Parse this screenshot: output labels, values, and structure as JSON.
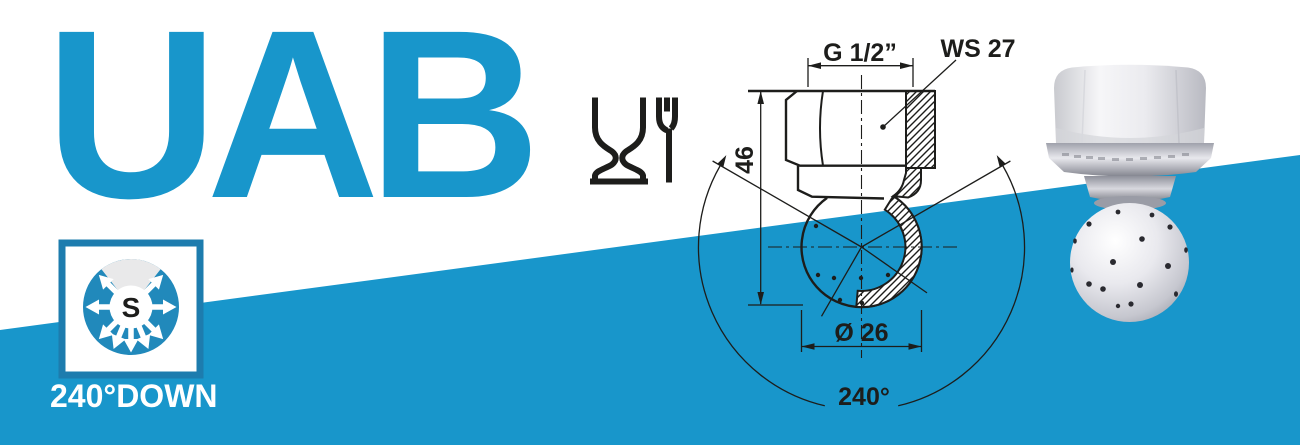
{
  "colors": {
    "brand_blue": "#1896cb",
    "icon_border_blue": "#1d7cae",
    "icon_ring_blue": "#2189bb",
    "line_dark": "#1d1d1b",
    "caption_white": "#ffffff"
  },
  "header": {
    "series_title": "UAB"
  },
  "certification": {
    "food_safe_icon": "glass-and-fork-food-contact-safe"
  },
  "technical_drawing": {
    "labels": {
      "thread_size": "G 1/2”",
      "wrench_size": "WS 27",
      "height_mm": "46",
      "ball_diameter": "Ø 26",
      "spray_angle": "240°"
    }
  },
  "spray_pattern_badge": {
    "nozzle_type_letter": "S",
    "caption": "240°DOWN"
  },
  "product_photo": {
    "subject": "spray-ball-photo"
  }
}
